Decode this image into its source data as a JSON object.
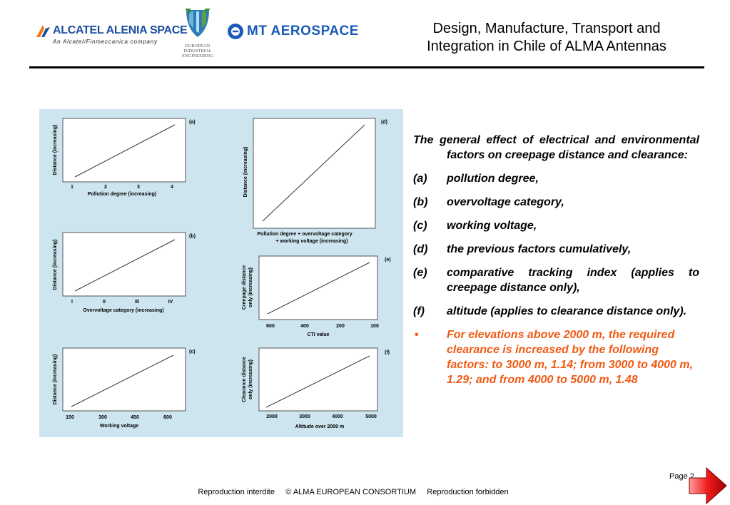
{
  "header": {
    "logo_alcatel_name": "ALCATEL ALENIA SPACE",
    "logo_alcatel_tagline": "An Alcatel/Finmeccanica company",
    "logo_eie_line1": "EUROPEAN",
    "logo_eie_line2": "INDUSTRIAL",
    "logo_eie_line3": "ENGINEERING",
    "logo_mt_name": "MT AEROSPACE",
    "title_line1": "Design, Manufacture, Transport and",
    "title_line2": "Integration in Chile of ALMA Antennas"
  },
  "figure": {
    "panels": [
      {
        "tag": "(a)",
        "ylabel": "Distance (increasing)",
        "xlabel": "Pollution degree (increasing)",
        "ticks": [
          "1",
          "2",
          "3",
          "4"
        ]
      },
      {
        "tag": "(b)",
        "ylabel": "Distance (increasing)",
        "xlabel": "Overvoltage category (increasing)",
        "ticks": [
          "I",
          "II",
          "III",
          "IV"
        ]
      },
      {
        "tag": "(c)",
        "ylabel": "Distance (increasing)",
        "xlabel": "Working voltage",
        "ticks": [
          "150",
          "300",
          "450",
          "600"
        ]
      },
      {
        "tag": "(d)",
        "ylabel": "Distance (increasing)",
        "xlabel_line1": "Pollution degree + overvoltage category",
        "xlabel_line2": "+ working voltage (increasing)"
      },
      {
        "tag": "(e)",
        "ylabel_line1": "Creepage distance",
        "ylabel_line2": "only (increasing)",
        "xlabel": "CTI value",
        "ticks": [
          "600",
          "400",
          "200",
          "100"
        ]
      },
      {
        "tag": "(f)",
        "ylabel_line1": "Clearance distance",
        "ylabel_line2": "only (increasing)",
        "xlabel": "Altitude over 2000 m",
        "ticks": [
          "2000",
          "3000",
          "4000",
          "5000"
        ]
      }
    ]
  },
  "text": {
    "intro": "The general effect of electrical and environmental factors on creepage distance and clearance:",
    "items": [
      {
        "label": "(a)",
        "text": "pollution degree,"
      },
      {
        "label": "(b)",
        "text": "overvoltage category,"
      },
      {
        "label": "(c)",
        "text": "working voltage,"
      },
      {
        "label": "(d)",
        "text": "the previous factors cumulatively,"
      },
      {
        "label": "(e)",
        "text": "comparative tracking index (applies to creepage distance only),"
      },
      {
        "label": "(f)",
        "text": "altitude (applies to clearance distance only)."
      }
    ],
    "bullet_symbol": "•",
    "bullet_text": "For elevations above 2000 m, the required clearance is increased by the following factors: to 3000 m, 1.14; from 3000 to 4000 m, 1.29; and from 4000 to 5000 m, 1.48"
  },
  "colors": {
    "bullet_text": "#f05a14",
    "figure_background": "#cde5ef",
    "logo_blue": "#1c4ea0"
  },
  "footer": {
    "left": "Reproduction interdite",
    "middle": "© ALMA EUROPEAN CONSORTIUM",
    "right": "Reproduction forbidden",
    "page": "Page 2"
  }
}
